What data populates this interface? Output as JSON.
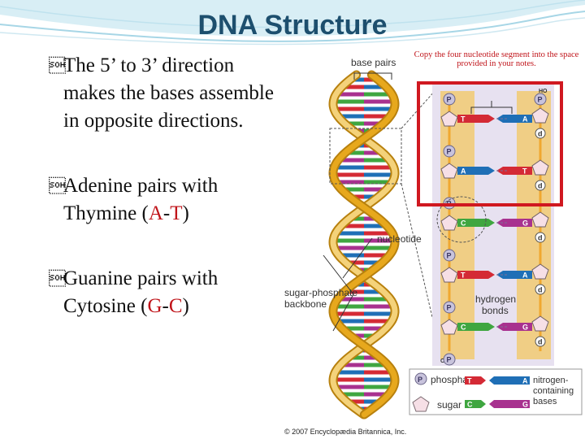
{
  "slide": {
    "title": "DNA Structure",
    "bullet_marker": "\u0001",
    "bullets": [
      {
        "text": "The 5’ to 3’ direction makes the bases assemble in opposite directions."
      },
      {
        "pre": "Adenine pairs with Thymine (",
        "hl1": "A",
        "mid": "-",
        "hl2": "T",
        "post": ")"
      },
      {
        "pre": "Guanine pairs with Cytosine (",
        "hl1": "G",
        "mid": "-",
        "hl2": "C",
        "post": ")"
      }
    ],
    "copy_note": "Copy the four nucleotide segment into the space provided in your notes."
  },
  "diagram": {
    "base_pairs_label": "base pairs",
    "nucleotide_label": "nucleotide",
    "backbone_label_1": "sugar-phosphate",
    "backbone_label_2": "backbone",
    "hydrogen_label_1": "hydrogen",
    "hydrogen_label_2": "bonds",
    "ho_label": "HO",
    "oh_label": "OH",
    "phosphate_symbol": "P",
    "deoxy_symbol": "d",
    "rungs": [
      {
        "left": "T",
        "right": "A"
      },
      {
        "left": "A",
        "right": "T"
      },
      {
        "left": "C",
        "right": "G"
      },
      {
        "left": "T",
        "right": "A"
      },
      {
        "left": "C",
        "right": "G"
      }
    ],
    "legend": {
      "phosphate": "phosphate",
      "sugar": "sugar",
      "t": "T",
      "a": "A",
      "c": "C",
      "g": "G",
      "nitro_1": "nitrogen-",
      "nitro_2": "containing",
      "nitro_3": "bases"
    },
    "copyright": "© 2007 Encyclopædia Britannica, Inc.",
    "colors": {
      "title": "#1d4f6e",
      "highlight": "#c0141a",
      "backbone": "#e7a81d",
      "backbone_light": "#f4d27a",
      "panel_bg": "#e7e1f0",
      "panel_backbone": "#f3c96a",
      "base_t": "#d42a35",
      "base_a": "#1f6fb6",
      "base_c": "#3fa640",
      "base_g": "#a8318f",
      "phosphate": "#c8c3dc",
      "sugar": "#f6dfe6",
      "red_box": "#d01820"
    }
  }
}
